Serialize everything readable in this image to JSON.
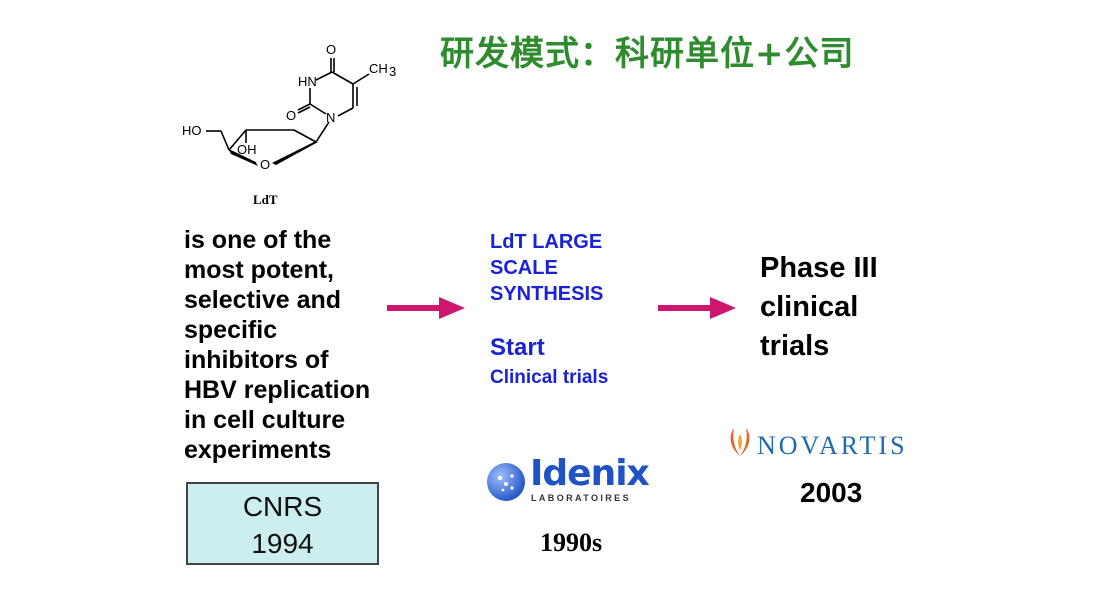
{
  "slide": {
    "title": "研发模式：科研单位+公司"
  },
  "molecule": {
    "atom_labels": {
      "o_top": "O",
      "nh": "HN",
      "o_left": "O",
      "n": "N",
      "ch3": "CH",
      "ch3_sub": "3",
      "ho": "HO",
      "oh": "OH",
      "o_ring": "O"
    },
    "caption": "LdT"
  },
  "description": {
    "lines": [
      "is one of the",
      "most potent,",
      "selective and",
      "specific",
      "inhibitors of",
      "HBV replication",
      "in cell culture",
      "experiments"
    ]
  },
  "cnrs_box": {
    "name": "CNRS",
    "year": "1994",
    "fill_color": "#cdeeee"
  },
  "arrows": {
    "color": "#d0156e",
    "icon": "right-arrow-icon"
  },
  "idenix_stage": {
    "synthesis_lines": [
      "LdT LARGE",
      "SCALE",
      "SYNTHESIS"
    ],
    "start_title": "Start",
    "start_subtitle": "Clinical trials",
    "logo_name": "Idenix",
    "logo_subtitle": "LABORATOIRES",
    "year": "1990s",
    "text_color": "#1a22d6"
  },
  "novartis_stage": {
    "phase_lines": [
      "Phase III",
      "clinical",
      "trials"
    ],
    "logo_name": "NOVARTIS",
    "year": "2003",
    "logo_color": "#1e6ab0",
    "flame_colors": [
      "#e8622c",
      "#f2a23c"
    ]
  }
}
